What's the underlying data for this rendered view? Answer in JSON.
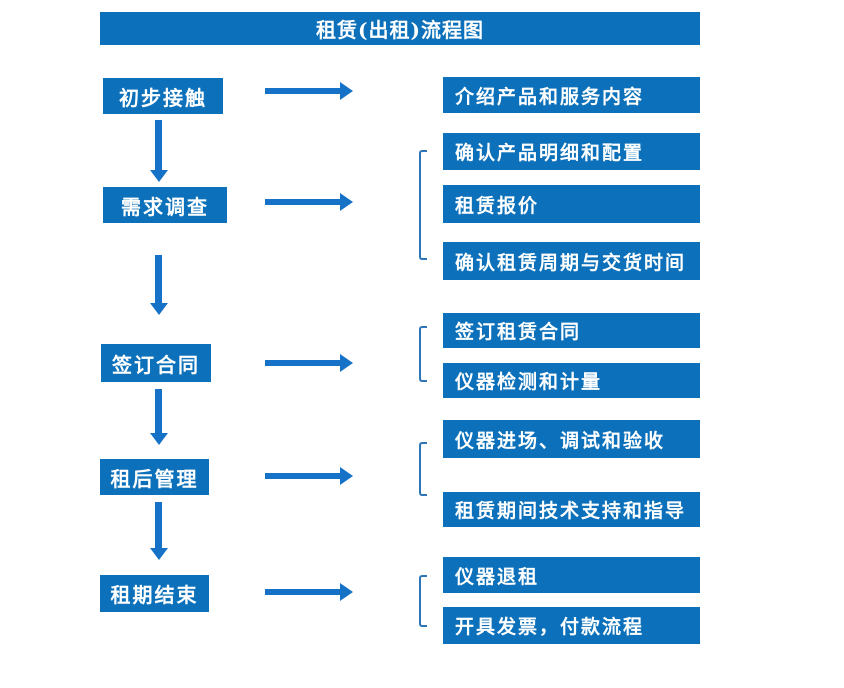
{
  "title": "租赁(出租)流程图",
  "colors": {
    "box_blue": "#0c71ba",
    "arrow_blue": "#1572c7",
    "bracket_blue": "#2e75b6",
    "text_white": "#ffffff",
    "background": "#ffffff"
  },
  "steps": [
    {
      "label": "初步接触",
      "details": [
        "介绍产品和服务内容"
      ]
    },
    {
      "label": "需求调查",
      "details": [
        "确认产品明细和配置",
        "租赁报价",
        "确认租赁周期与交货时间"
      ]
    },
    {
      "label": "签订合同",
      "details": [
        "签订租赁合同",
        "仪器检测和计量"
      ]
    },
    {
      "label": "租后管理",
      "details": [
        "仪器进场、调试和验收",
        "租赁期间技术支持和指导"
      ]
    },
    {
      "label": "租期结束",
      "details": [
        "仪器退租",
        "开具发票，付款流程"
      ]
    }
  ]
}
